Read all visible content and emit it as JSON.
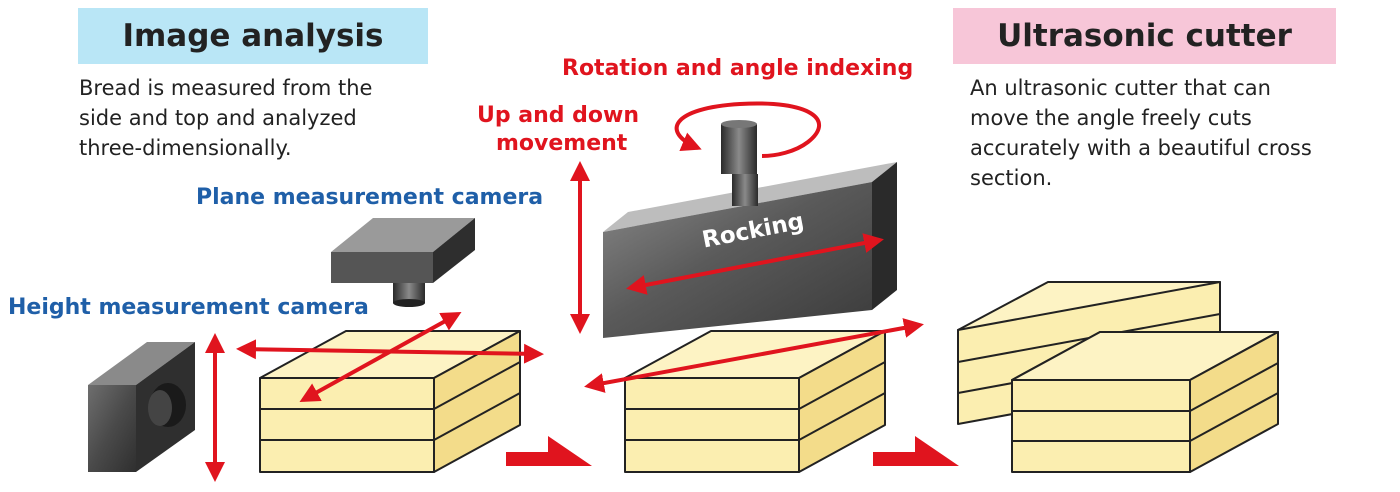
{
  "panels": {
    "image_analysis": {
      "title": "Image analysis",
      "description": "Bread is measured from the side and top and analyzed three-dimensionally.",
      "bg_color": "#b9e6f6"
    },
    "ultrasonic_cutter": {
      "title": "Ultrasonic cutter",
      "description": "An ultrasonic cutter that can move the angle freely cuts accurately with a beautiful cross section.",
      "bg_color": "#f7c6d8"
    }
  },
  "labels": {
    "plane_camera": "Plane measurement camera",
    "height_camera": "Height measurement camera",
    "rotation": "Rotation and angle indexing",
    "up_down_line1": "Up and down",
    "up_down_line2": "movement",
    "rocking": "Rocking"
  },
  "colors": {
    "label_blue": "#1f5fa8",
    "label_red": "#e0141e",
    "bread": "#fbeeb0",
    "metal": "#4a4a4a"
  }
}
